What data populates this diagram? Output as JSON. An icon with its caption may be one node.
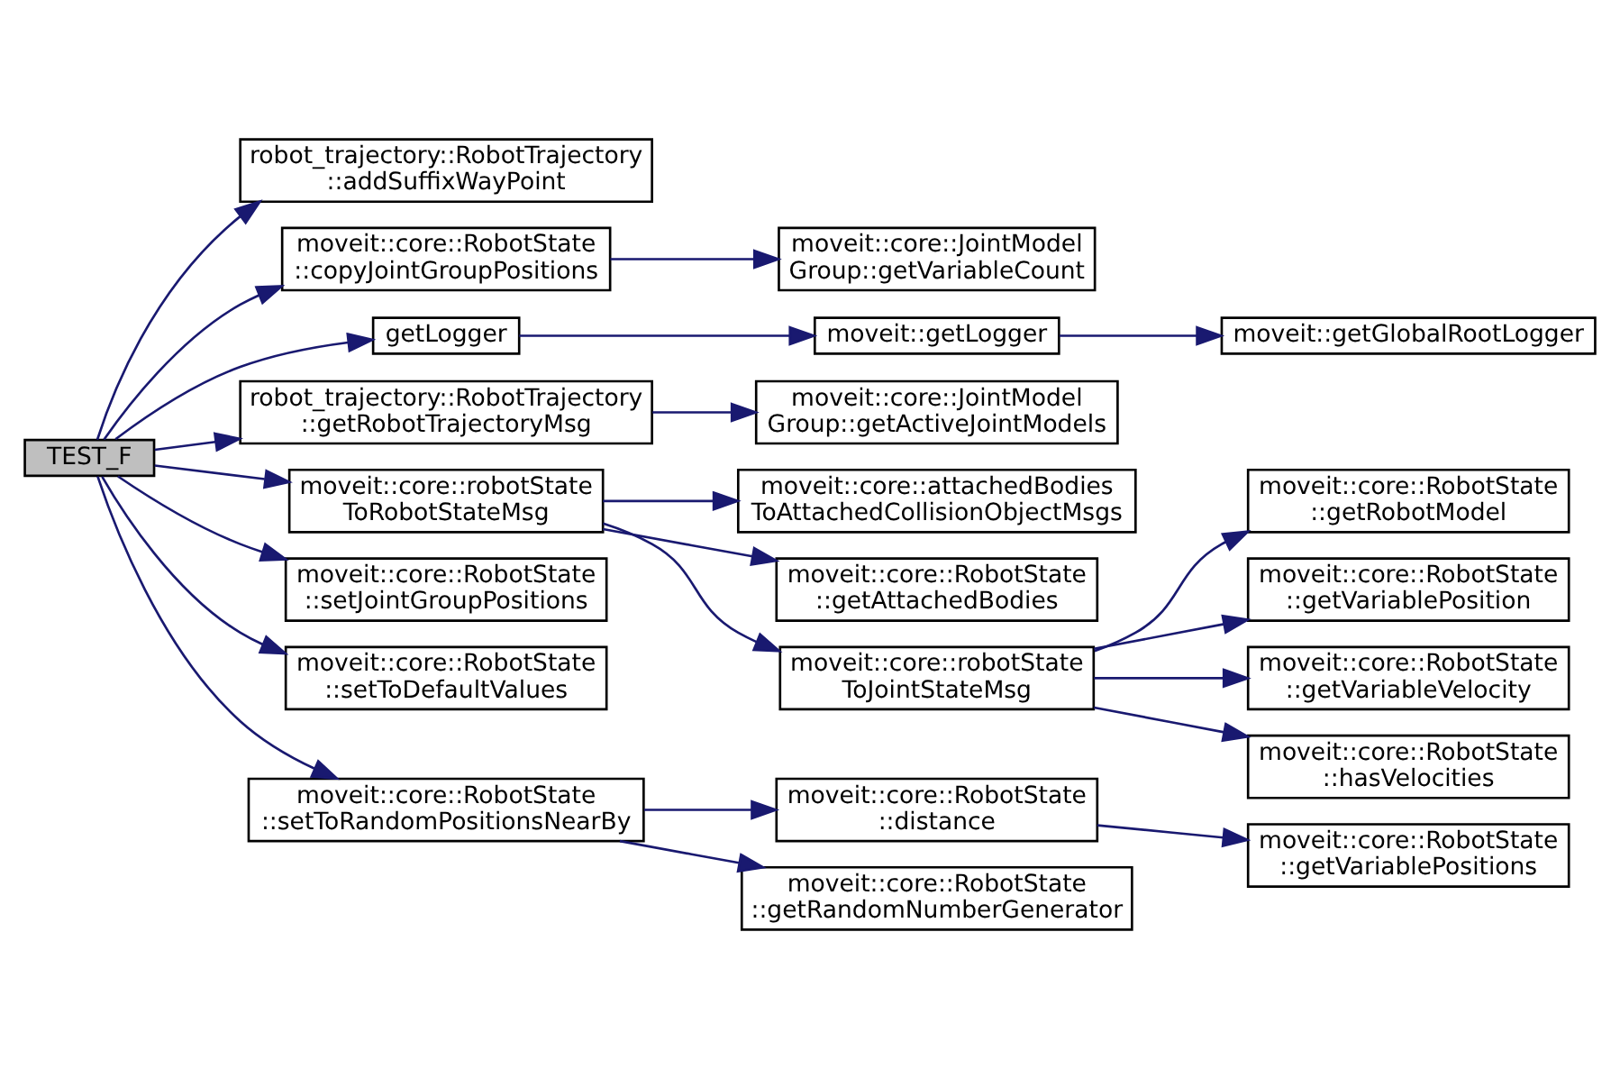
{
  "diagram": {
    "nodes": [
      {
        "text": [
          "TEST_F"
        ]
      },
      {
        "text": [
          "robot_trajectory::RobotTrajectory ::addSuffixWayPoint"
        ]
      },
      {
        "text": [
          "moveit::core::RobotState ::copyJointGroupPositions"
        ]
      },
      {
        "text": [
          "moveit::core::JointModel Group::getVariableCount"
        ]
      },
      {
        "text": [
          "getLogger"
        ]
      },
      {
        "text": [
          "moveit::getLogger"
        ]
      },
      {
        "text": [
          "moveit::getGlobalRootLogger"
        ]
      },
      {
        "text": [
          "robot_trajectory::RobotTrajectory ::getRobotTrajectoryMsg"
        ]
      },
      {
        "text": [
          "moveit::core::JointModel Group::getActiveJointModels"
        ]
      },
      {
        "text": [
          "moveit::core::robotState ToRobotStateMsg"
        ]
      },
      {
        "text": [
          "moveit::core::attachedBodies ToAttachedCollisionObjectMsgs"
        ]
      },
      {
        "text": [
          "moveit::core::RobotState ::getAttachedBodies"
        ]
      },
      {
        "text": [
          "moveit::core::robotState ToJointStateMsg"
        ]
      },
      {
        "text": [
          "moveit::core::RobotState ::getRobotModel"
        ]
      },
      {
        "text": [
          "moveit::core::RobotState ::getVariablePosition"
        ]
      },
      {
        "text": [
          "moveit::core::RobotState ::getVariableVelocity"
        ]
      },
      {
        "text": [
          "moveit::core::RobotState ::hasVelocities"
        ]
      },
      {
        "text": [
          "moveit::core::RobotState ::setJointGroupPositions"
        ]
      },
      {
        "text": [
          "moveit::core::RobotState ::setToDefaultValues"
        ]
      },
      {
        "text": [
          "moveit::core::RobotState ::setToRandomPositionsNearBy"
        ]
      },
      {
        "text": [
          "moveit::core::RobotState ::distance"
        ]
      },
      {
        "text": [
          "moveit::core::RobotState ::getVariablePositions"
        ]
      },
      {
        "text": [
          "moveit::core::RobotState ::getRandomNumberGenerator"
        ]
      }
    ],
    "edges": [
      {
        "from": 0,
        "to": 1,
        "arrow": "to"
      },
      {
        "from": 0,
        "to": 2,
        "arrow": "to"
      },
      {
        "from": 0,
        "to": 4,
        "arrow": "to"
      },
      {
        "from": 0,
        "to": 7,
        "arrow": "to"
      },
      {
        "from": 0,
        "to": 9,
        "arrow": "to"
      },
      {
        "from": 0,
        "to": 17,
        "arrow": "to"
      },
      {
        "from": 0,
        "to": 18,
        "arrow": "to"
      },
      {
        "from": 0,
        "to": 19,
        "arrow": "to"
      },
      {
        "from": 2,
        "to": 3,
        "arrow": "to"
      },
      {
        "from": 4,
        "to": 5,
        "arrow": "to"
      },
      {
        "from": 5,
        "to": 6,
        "arrow": "to"
      },
      {
        "from": 7,
        "to": 8,
        "arrow": "to"
      },
      {
        "from": 9,
        "to": 10,
        "arrow": "to"
      },
      {
        "from": 9,
        "to": 11,
        "arrow": "to"
      },
      {
        "from": 9,
        "to": 12,
        "arrow": "to"
      },
      {
        "from": 12,
        "to": 13,
        "arrow": "to"
      },
      {
        "from": 12,
        "to": 14,
        "arrow": "to"
      },
      {
        "from": 12,
        "to": 15,
        "arrow": "to"
      },
      {
        "from": 12,
        "to": 16,
        "arrow": "to"
      },
      {
        "from": 19,
        "to": 20,
        "arrow": "to"
      },
      {
        "from": 19,
        "to": 22,
        "arrow": "to"
      },
      {
        "from": 20,
        "to": 21,
        "arrow": "to"
      }
    ]
  }
}
